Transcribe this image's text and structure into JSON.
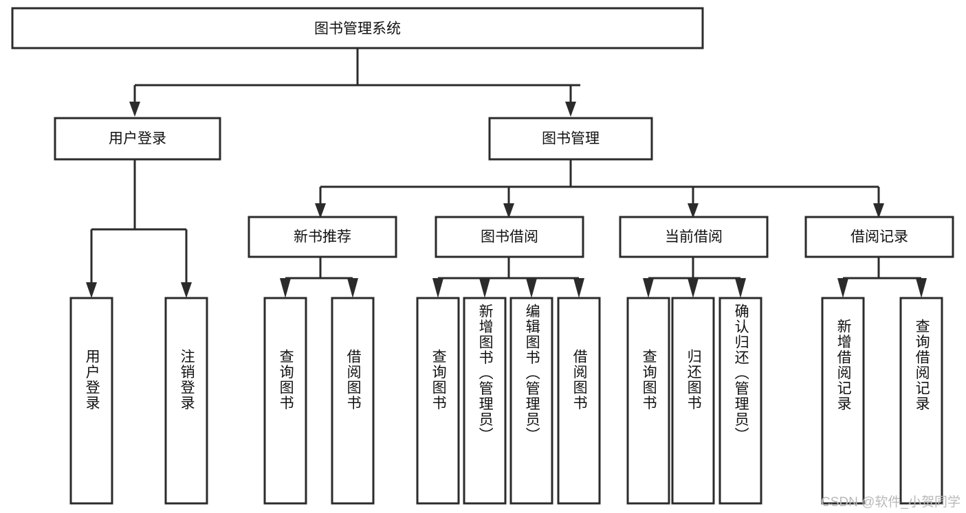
{
  "diagram": {
    "type": "tree",
    "title": "图书管理系统",
    "levels": 4,
    "root": {
      "label": "图书管理系统"
    },
    "level2": [
      {
        "label": "用户登录"
      },
      {
        "label": "图书管理"
      }
    ],
    "level3": [
      {
        "label": "新书推荐",
        "parent": "图书管理"
      },
      {
        "label": "图书借阅",
        "parent": "图书管理"
      },
      {
        "label": "当前借阅",
        "parent": "图书管理"
      },
      {
        "label": "借阅记录",
        "parent": "图书管理"
      }
    ],
    "leaves": [
      {
        "label": "用户登录",
        "parent": "用户登录"
      },
      {
        "label": "注销登录",
        "parent": "用户登录"
      },
      {
        "label": "查询图书",
        "parent": "新书推荐"
      },
      {
        "label": "借阅图书",
        "parent": "新书推荐"
      },
      {
        "label": "查询图书",
        "parent": "图书借阅"
      },
      {
        "label": "新增图书（管理员）",
        "parent": "图书借阅"
      },
      {
        "label": "编辑图书（管理员）",
        "parent": "图书借阅"
      },
      {
        "label": "借阅图书",
        "parent": "图书借阅"
      },
      {
        "label": "查询图书",
        "parent": "当前借阅"
      },
      {
        "label": "归还图书",
        "parent": "当前借阅"
      },
      {
        "label": "确认归还（管理员）",
        "parent": "当前借阅"
      },
      {
        "label": "新增借阅记录",
        "parent": "借阅记录"
      },
      {
        "label": "查询借阅记录",
        "parent": "借阅记录"
      }
    ]
  },
  "watermark": {
    "text": "CSDN @软件_小贺同学"
  },
  "colors": {
    "background": "#ffffff",
    "box_fill": "#ffffff",
    "box_stroke": "#2b2b2b",
    "text": "#111111",
    "watermark": "#b9b9b9"
  }
}
